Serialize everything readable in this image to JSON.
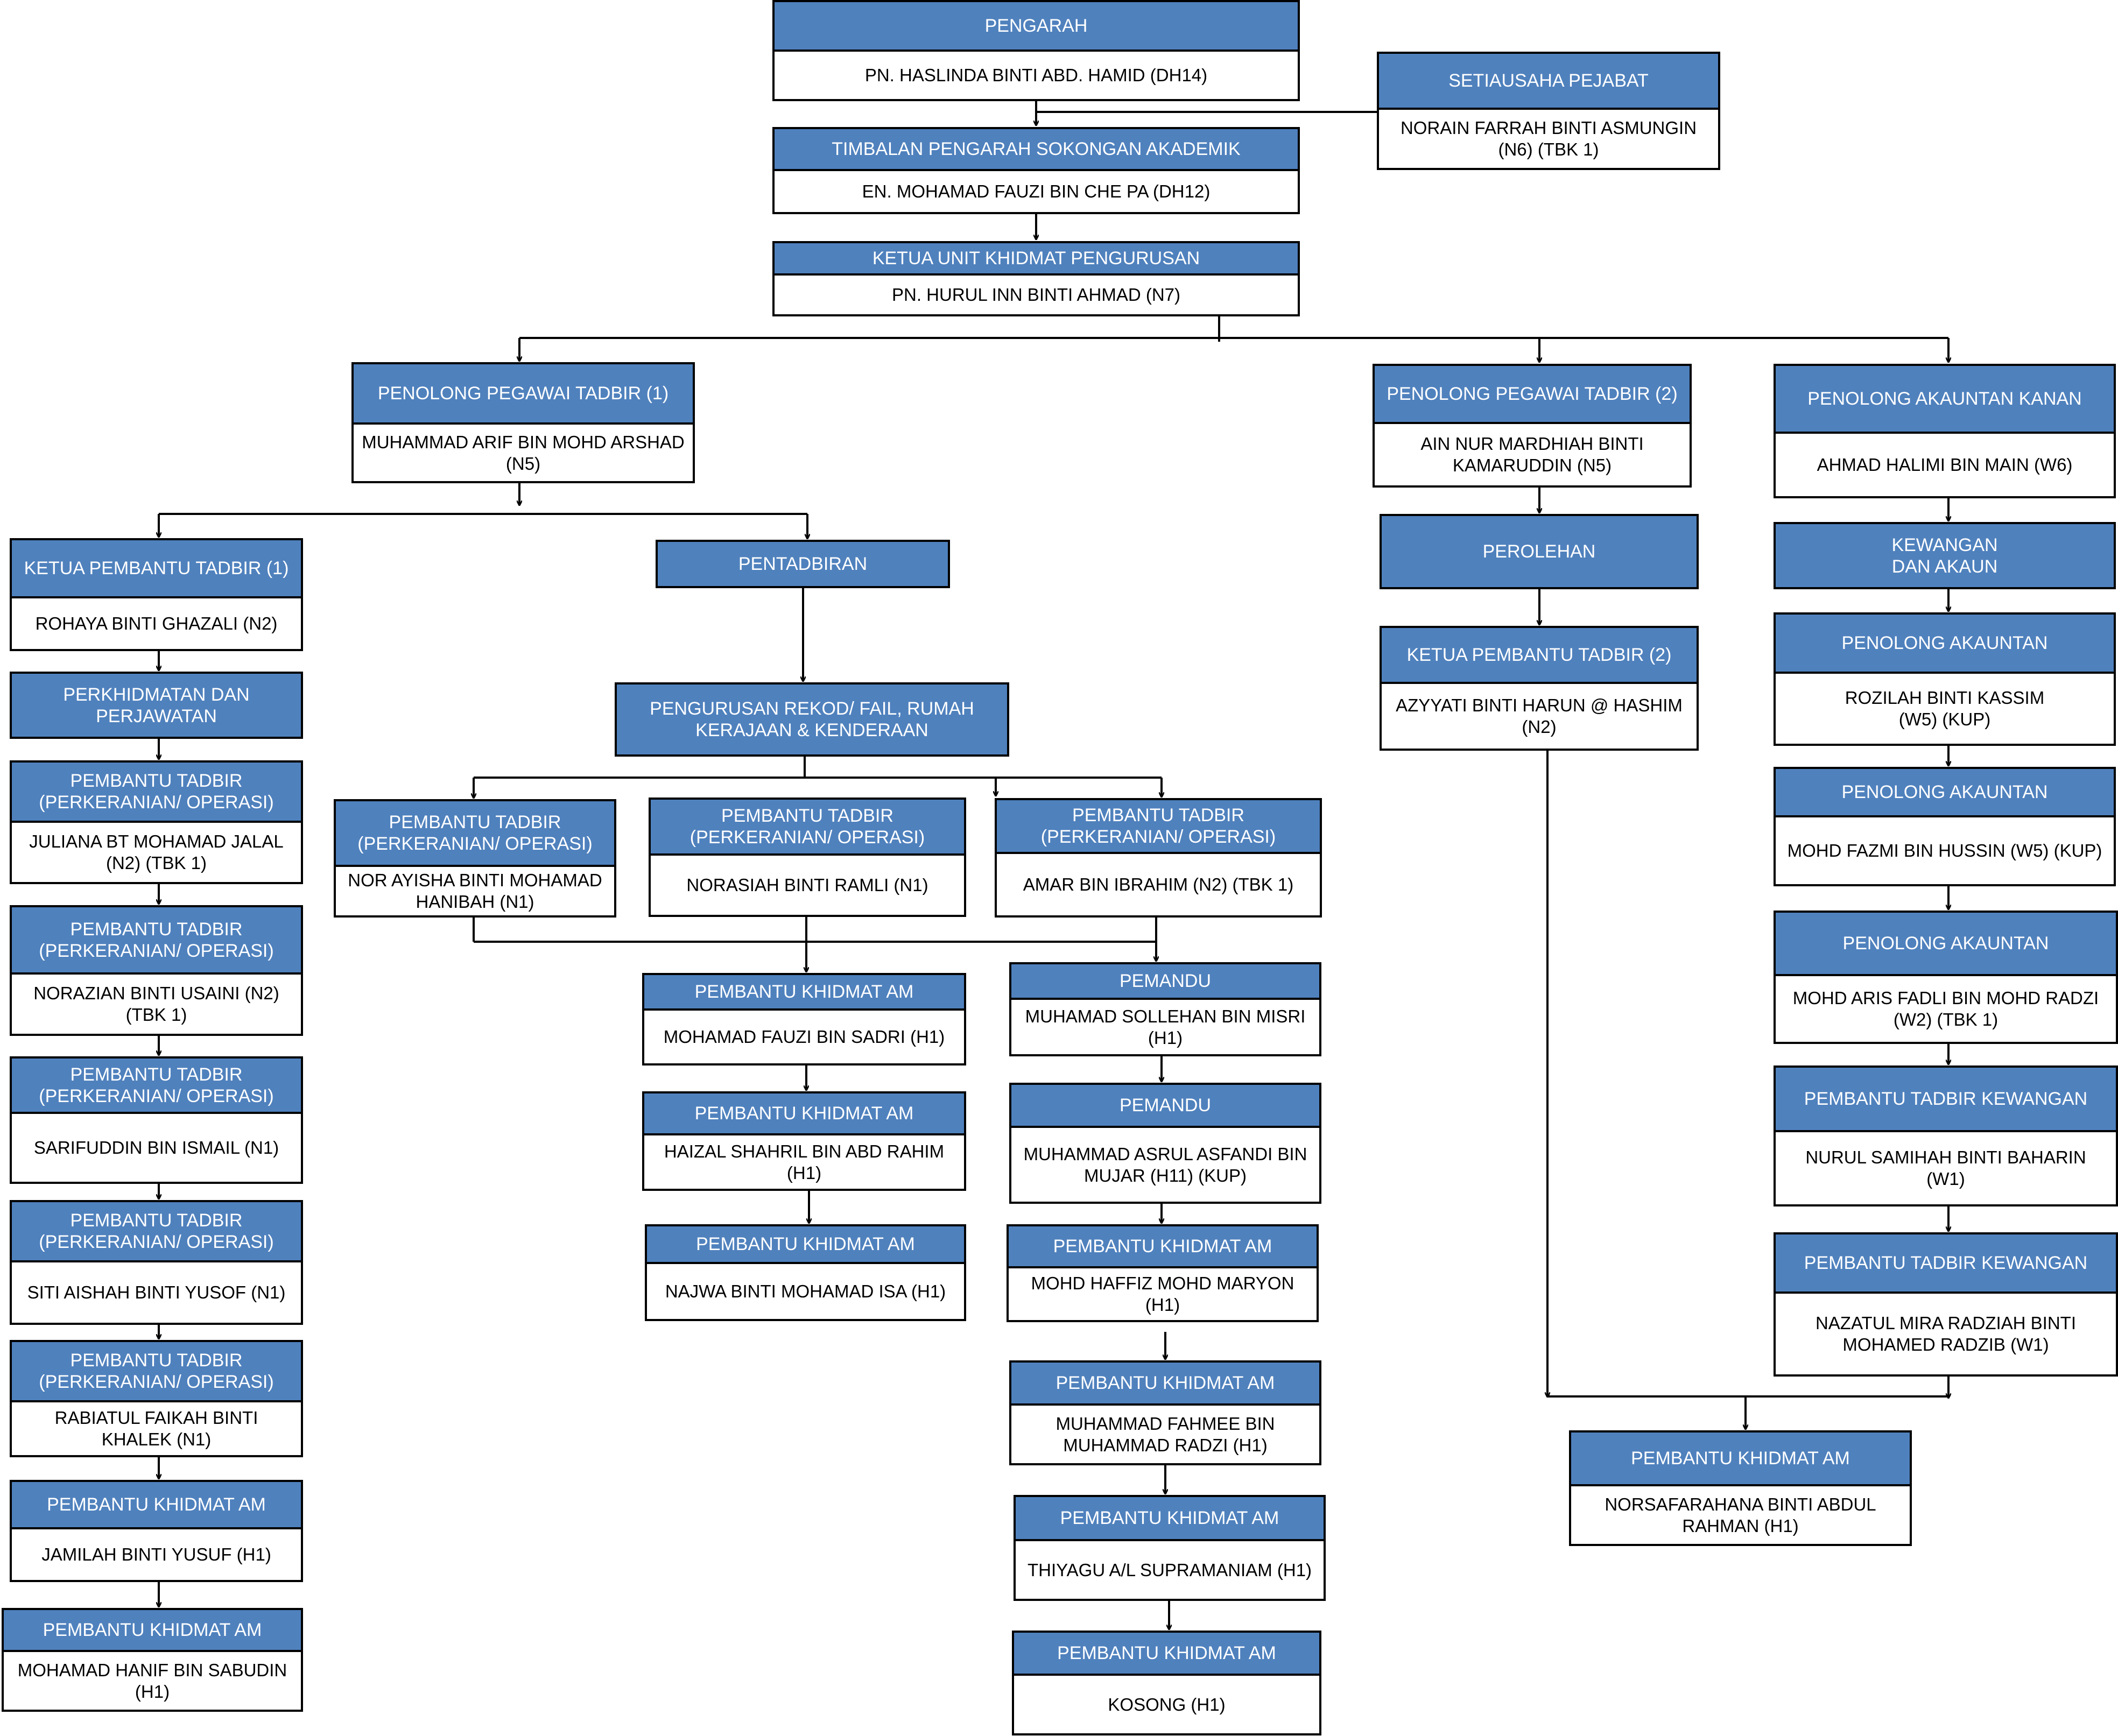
{
  "pengarah": {
    "title": "PENGARAH",
    "name": "PN. HASLINDA BINTI ABD. HAMID (DH14)"
  },
  "setiausaha": {
    "title": "SETIAUSAHA PEJABAT",
    "name": "NORAIN FARRAH BINTI ASMUNGIN\n(N6) (TBK 1)"
  },
  "timbalan": {
    "title": "TIMBALAN PENGARAH SOKONGAN AKADEMIK",
    "name": "EN. MOHAMAD FAUZI BIN CHE PA (DH12)"
  },
  "ketua_ukp": {
    "title": "KETUA UNIT KHIDMAT PENGURUSAN",
    "name": "PN. HURUL INN BINTI AHMAD (N7)"
  },
  "ppt1": {
    "title": "PENOLONG PEGAWAI TADBIR (1)",
    "name": "MUHAMMAD ARIF BIN MOHD ARSHAD\n(N5)"
  },
  "ppt2": {
    "title": "PENOLONG PEGAWAI TADBIR (2)",
    "name": "AIN NUR MARDHIAH BINTI\nKAMARUDDIN (N5)"
  },
  "pak": {
    "title": "PENOLONG AKAUNTAN KANAN",
    "name": "AHMAD HALIMI BIN MAIN (W6)"
  },
  "left_column": [
    {
      "title": "KETUA PEMBANTU TADBIR (1)",
      "name": "ROHAYA BINTI GHAZALI (N2)"
    },
    {
      "title": "PERKHIDMATAN DAN\nPERJAWATAN",
      "name": ""
    },
    {
      "title": "PEMBANTU TADBIR\n(PERKERANIAN/ OPERASI)",
      "name": "JULIANA BT MOHAMAD JALAL\n(N2) (TBK 1)"
    },
    {
      "title": "PEMBANTU TADBIR\n(PERKERANIAN/ OPERASI)",
      "name": "NORAZIAN BINTI USAINI (N2)\n(TBK 1)"
    },
    {
      "title": "PEMBANTU TADBIR\n(PERKERANIAN/ OPERASI)",
      "name": "SARIFUDDIN BIN ISMAIL (N1)"
    },
    {
      "title": "PEMBANTU TADBIR\n(PERKERANIAN/ OPERASI)",
      "name": "SITI AISHAH BINTI YUSOF (N1)"
    },
    {
      "title": "PEMBANTU TADBIR\n(PERKERANIAN/ OPERASI)",
      "name": "RABIATUL FAIKAH BINTI\nKHALEK (N1)"
    },
    {
      "title": "PEMBANTU KHIDMAT AM",
      "name": "JAMILAH BINTI YUSUF (H1)"
    },
    {
      "title": "PEMBANTU KHIDMAT AM",
      "name": "MOHAMAD HANIF BIN SABUDIN\n(H1)"
    }
  ],
  "pentadbiran": {
    "title": "PENTADBIRAN"
  },
  "pengurusan_rekod": {
    "title": "PENGURUSAN REKOD/ FAIL, RUMAH\nKERAJAAN & KENDERAAN"
  },
  "pt_row": [
    {
      "title": "PEMBANTU TADBIR\n(PERKERANIAN/ OPERASI)",
      "name": "NOR AYISHA BINTI MOHAMAD\nHANIBAH (N1)"
    },
    {
      "title": "PEMBANTU TADBIR\n(PERKERANIAN/ OPERASI)",
      "name": "NORASIAH BINTI RAMLI (N1)"
    },
    {
      "title": "PEMBANTU TADBIR\n(PERKERANIAN/ OPERASI)",
      "name": "AMAR BIN IBRAHIM (N2) (TBK 1)"
    }
  ],
  "pka_middle": [
    {
      "title": "PEMBANTU KHIDMAT AM",
      "name": "MOHAMAD FAUZI BIN SADRI (H1)"
    },
    {
      "title": "PEMBANTU KHIDMAT AM",
      "name": "HAIZAL SHAHRIL BIN ABD RAHIM\n(H1)"
    },
    {
      "title": "PEMBANTU KHIDMAT AM",
      "name": "NAJWA BINTI MOHAMAD ISA (H1)"
    }
  ],
  "pemandu_column": [
    {
      "title": "PEMANDU",
      "name": "MUHAMAD SOLLEHAN BIN MISRI\n(H1)"
    },
    {
      "title": "PEMANDU",
      "name": "MUHAMMAD ASRUL ASFANDI BIN\nMUJAR (H11) (KUP)"
    },
    {
      "title": "PEMBANTU KHIDMAT AM",
      "name": "MOHD HAFFIZ MOHD MARYON\n(H1)"
    },
    {
      "title": "PEMBANTU KHIDMAT AM",
      "name": "MUHAMMAD FAHMEE BIN\nMUHAMMAD RADZI (H1)"
    },
    {
      "title": "PEMBANTU KHIDMAT AM",
      "name": "THIYAGU A/L SUPRAMANIAM (H1)"
    },
    {
      "title": "PEMBANTU KHIDMAT AM",
      "name": "KOSONG (H1)"
    }
  ],
  "perolehan": {
    "title": "PEROLEHAN"
  },
  "ketua_pt2": {
    "title": "KETUA PEMBANTU TADBIR (2)",
    "name": "AZYYATI BINTI HARUN @ HASHIM\n(N2)"
  },
  "pka_right": {
    "title": "PEMBANTU KHIDMAT AM",
    "name": "NORSAFARAHANA BINTI ABDUL\nRAHMAN (H1)"
  },
  "kewangan": {
    "title": "KEWANGAN\nDAN AKAUN"
  },
  "finance_column": [
    {
      "title": "PENOLONG AKAUNTAN",
      "name": "ROZILAH BINTI KASSIM\n(W5) (KUP)"
    },
    {
      "title": "PENOLONG AKAUNTAN",
      "name": "MOHD FAZMI BIN HUSSIN (W5) (KUP)"
    },
    {
      "title": "PENOLONG AKAUNTAN",
      "name": "MOHD ARIS FADLI BIN MOHD RADZI\n(W2) (TBK 1)"
    },
    {
      "title": "PEMBANTU TADBIR KEWANGAN",
      "name": "NURUL SAMIHAH BINTI BAHARIN\n(W1)"
    },
    {
      "title": "PEMBANTU TADBIR KEWANGAN",
      "name": "NAZATUL MIRA RADZIAH BINTI\nMOHAMED RADZIB (W1)"
    }
  ],
  "colors": {
    "header": "#4f81bd",
    "border": "#000000",
    "line": "#000000"
  }
}
